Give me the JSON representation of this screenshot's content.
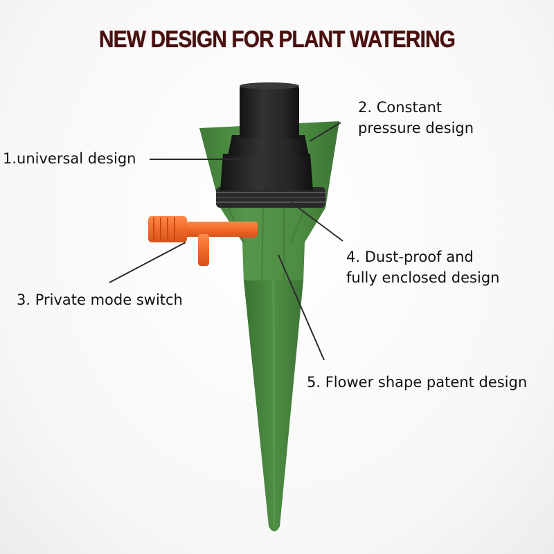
{
  "title": "NEW DESIGN FOR PLANT WATERING",
  "callouts": {
    "universal": "1.universal design",
    "pressure_line1": "2. Constant",
    "pressure_line2": "pressure design",
    "switch": "3. Private mode switch",
    "dustproof_line1": "4. Dust-proof and",
    "dustproof_line2": "fully enclosed design",
    "flower": "5. Flower shape patent design"
  },
  "colors": {
    "title": "#4a0f0f",
    "spike_green": "#4a8a40",
    "cap_black": "#1e1e1e",
    "valve_orange": "#ef6a2a",
    "leader_line": "#2a2a2a"
  }
}
